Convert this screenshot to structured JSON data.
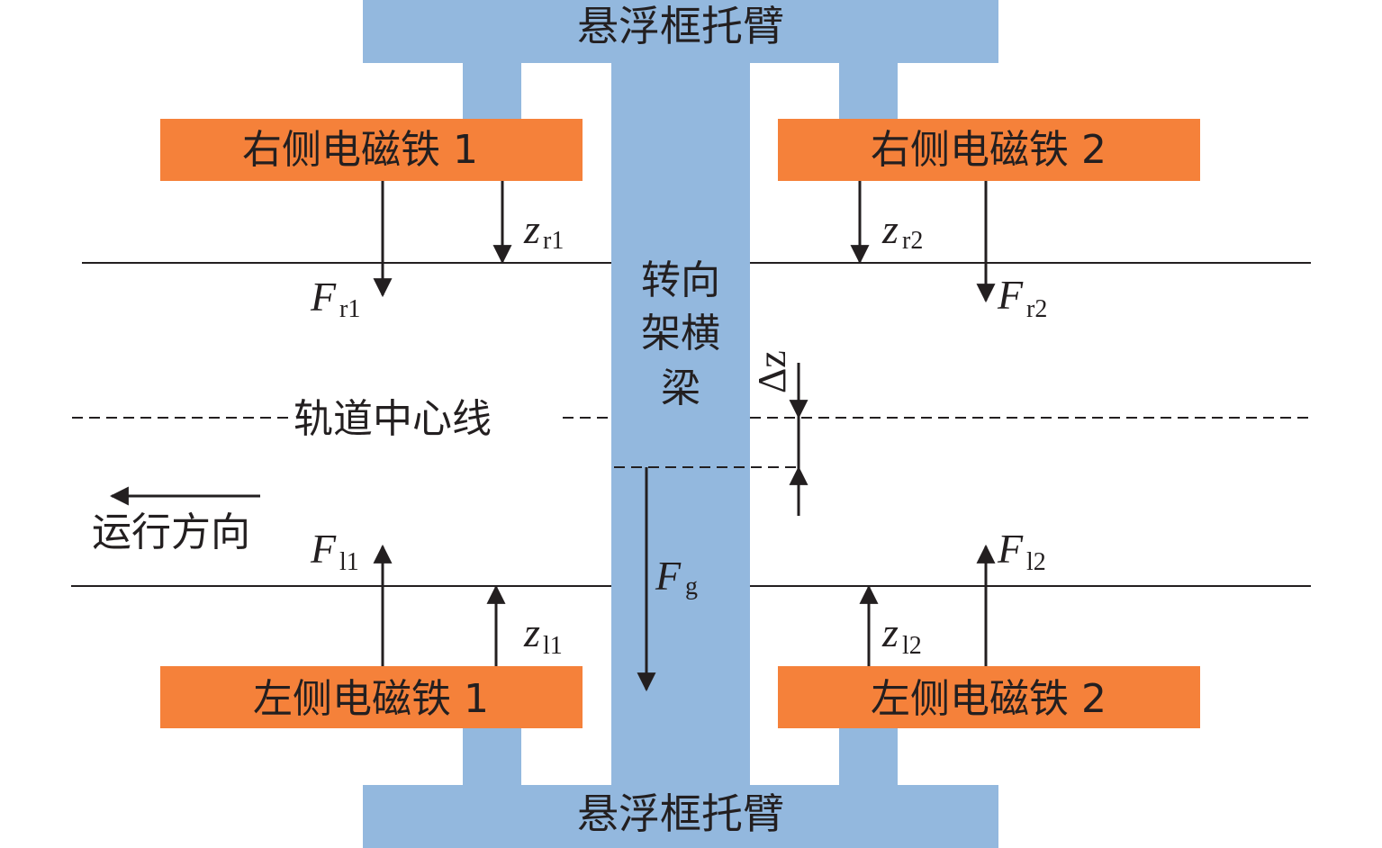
{
  "colors": {
    "frame_blue": "#93b8de",
    "magnet_orange": "#f5813a",
    "ink": "#231f20"
  },
  "labels": {
    "top_arm": "悬浮框托臂",
    "bottom_arm": "悬浮框托臂",
    "beam_line1": "转向",
    "beam_line2": "架横",
    "beam_line3": "梁",
    "right_magnet_1": "右侧电磁铁 1",
    "right_magnet_2": "右侧电磁铁 2",
    "left_magnet_1": "左侧电磁铁 1",
    "left_magnet_2": "左侧电磁铁 2",
    "track_centerline": "轨道中心线",
    "travel_direction": "运行方向"
  },
  "symbols": {
    "Fr1": {
      "main": "F",
      "sub": "r1"
    },
    "Fr2": {
      "main": "F",
      "sub": "r2"
    },
    "zr1": {
      "main": "z",
      "sub": "r1"
    },
    "zr2": {
      "main": "z",
      "sub": "r2"
    },
    "Fl1": {
      "main": "F",
      "sub": "l1"
    },
    "Fl2": {
      "main": "F",
      "sub": "l2"
    },
    "zl1": {
      "main": "z",
      "sub": "l1"
    },
    "zl2": {
      "main": "z",
      "sub": "l2"
    },
    "Fg": {
      "main": "F",
      "sub": "g"
    },
    "dz": "Δz"
  }
}
